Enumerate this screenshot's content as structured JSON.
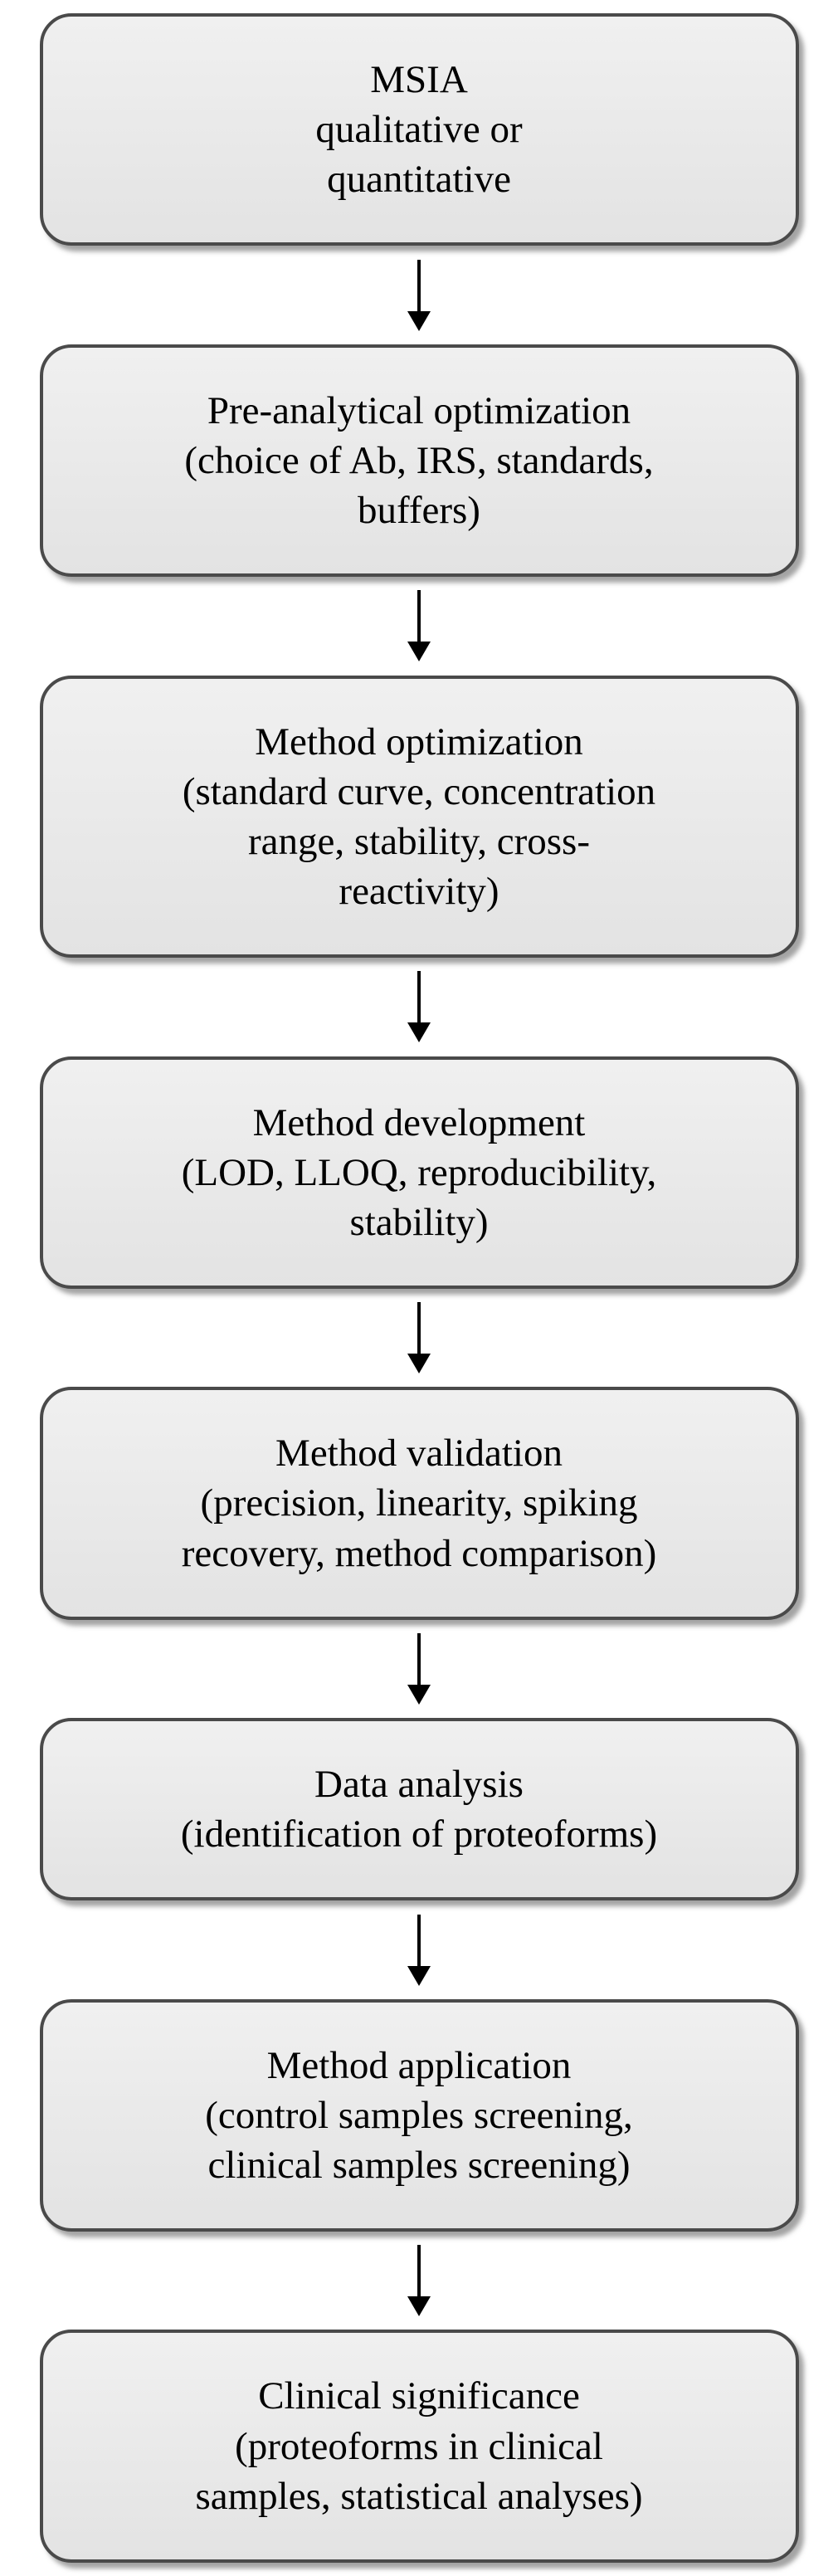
{
  "diagram": {
    "type": "flowchart",
    "direction": "top-down",
    "boxes": [
      {
        "id": "msia",
        "text": "MSIA\nqualitative or\nquantitative"
      },
      {
        "id": "pre-analytical-optimization",
        "text": "Pre-analytical optimization\n(choice of Ab, IRS, standards,\nbuffers)"
      },
      {
        "id": "method-optimization",
        "text": "Method optimization\n(standard curve, concentration\nrange, stability, cross-\nreactivity)"
      },
      {
        "id": "method-development",
        "text": "Method development\n(LOD, LLOQ, reproducibility,\nstability)"
      },
      {
        "id": "method-validation",
        "text": "Method validation\n(precision, linearity, spiking\nrecovery, method comparison)"
      },
      {
        "id": "data-analysis",
        "text": "Data analysis\n(identification of proteoforms)"
      },
      {
        "id": "method-application",
        "text": "Method application\n(control samples screening,\nclinical samples screening)"
      },
      {
        "id": "clinical-significance",
        "text": "Clinical significance\n(proteoforms in clinical\nsamples, statistical analyses)"
      }
    ],
    "colors": {
      "box_fill": "#e7e7e7",
      "box_border": "#4a4a4a",
      "arrow": "#000000",
      "background": "#ffffff"
    }
  }
}
